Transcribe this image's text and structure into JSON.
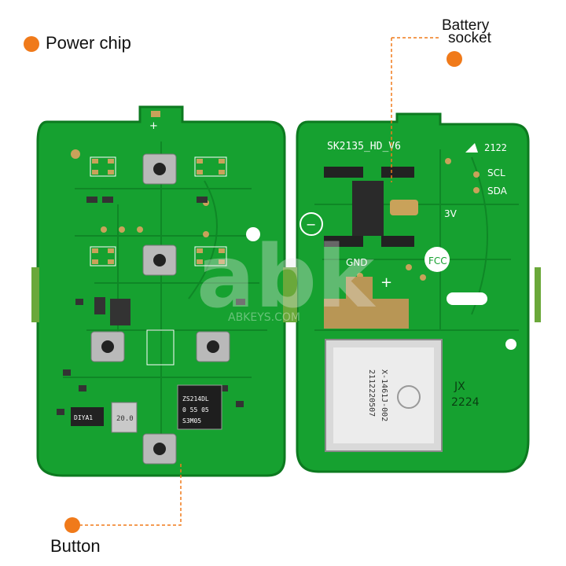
{
  "callouts": {
    "power_chip": "Power chip",
    "battery_socket_line1": "Battery",
    "battery_socket_line2": "socket",
    "button": "Button"
  },
  "board_markings": {
    "left_plus": "+",
    "model": "SK2135_HD_V6",
    "date_code": "2122",
    "scl": "SCL",
    "sda": "SDA",
    "v3": "3V",
    "gnd": "GND",
    "plus": "+",
    "minus": "−",
    "jx": "JX",
    "jx_code": "2224",
    "module_line1": "X-1461J-002",
    "module_line2": "2112220507",
    "ic_line1": "ZS214DL",
    "ic_line2": "0 55 05",
    "ic_line3": "S3M05",
    "small_ic": "DIYA1",
    "crystal": "20.0"
  },
  "watermark": {
    "brand": "abk",
    "url": "ABKEYS.COM"
  },
  "colors": {
    "pcb": "#16a130",
    "pcb_dark": "#0d7a20",
    "callout": "#f07a1a",
    "pad": "#c9a25a",
    "silk": "#ffffff"
  }
}
